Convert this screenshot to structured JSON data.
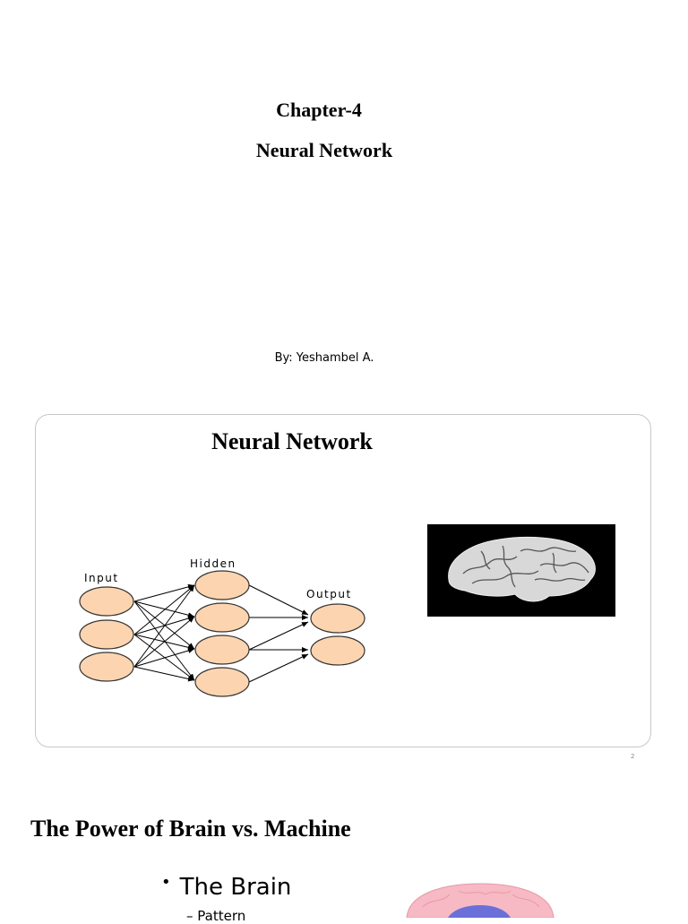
{
  "slide1": {
    "chapter": "Chapter-4",
    "title": "Neural Network",
    "author": "By: Yeshambel A."
  },
  "slide2": {
    "title": "Neural Network",
    "diagram": {
      "input_label": "Input",
      "hidden_label": "Hidden",
      "output_label": "Output"
    },
    "page_number": "2"
  },
  "slide3": {
    "title": "The Power of Brain vs. Machine",
    "bullet": "The Brain",
    "sub_bullet": "Pattern"
  },
  "colors": {
    "node_fill": "#fcd5b0",
    "node_stroke": "#333333",
    "brain_pink": "#f7b9c4",
    "brain_blue": "#6a70d8"
  }
}
